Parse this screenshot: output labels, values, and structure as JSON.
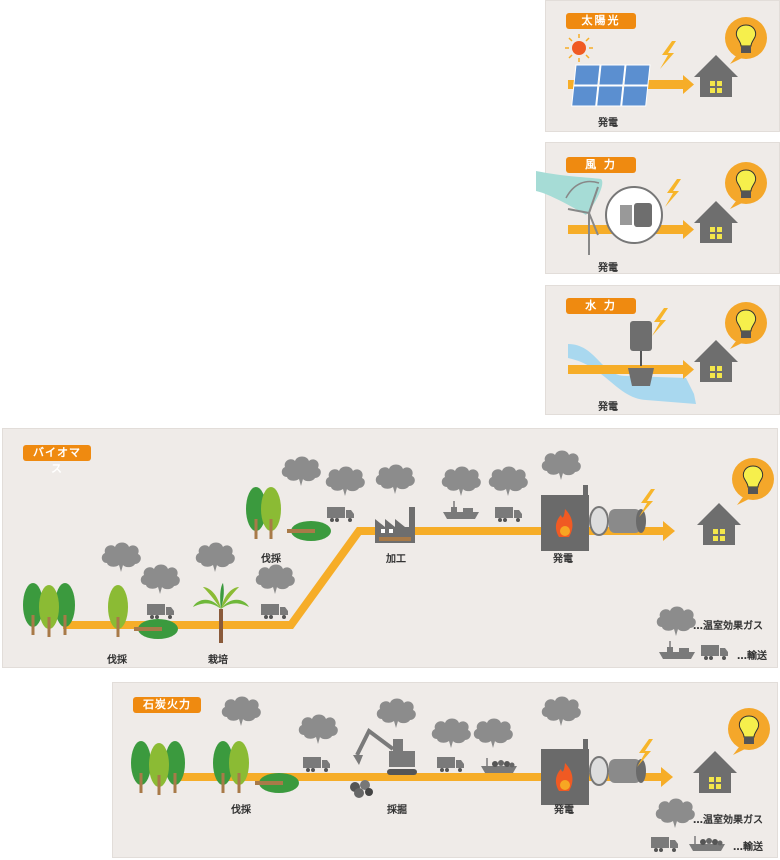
{
  "colors": {
    "panel_bg": "#efebe8",
    "accent_orange": "#ef8a10",
    "flow_yellow": "#f6ad28",
    "gray": "#777777",
    "cloud_gray": "#8c8c8c",
    "tree_dark": "#3b9a3e",
    "tree_light": "#8bbb34",
    "trunk": "#a87a48",
    "window_yellow": "#f3e64b",
    "bulb_bg": "#f4a72a",
    "water": "#a9d8ef",
    "solar": "#5b8fd0",
    "fire": "#f05a23"
  },
  "panels": {
    "solar": {
      "title": "太陽光",
      "step_label": "発電"
    },
    "wind": {
      "title": "風 力",
      "step_label": "発電"
    },
    "hydro": {
      "title": "水 力",
      "step_label": "発電"
    },
    "biomass": {
      "title": "バイオマス",
      "steps": {
        "felling_low": "伐採",
        "cultivation": "栽培",
        "felling_high": "伐採",
        "processing": "加工",
        "generation": "発電"
      },
      "legend": {
        "ghg": "…温室効果ガス",
        "transport": "…輸送"
      }
    },
    "coal": {
      "title": "石炭火力",
      "steps": {
        "felling": "伐採",
        "mining": "採掘",
        "generation": "発電"
      },
      "legend": {
        "ghg": "…温室効果ガス",
        "transport": "…輸送"
      }
    }
  }
}
